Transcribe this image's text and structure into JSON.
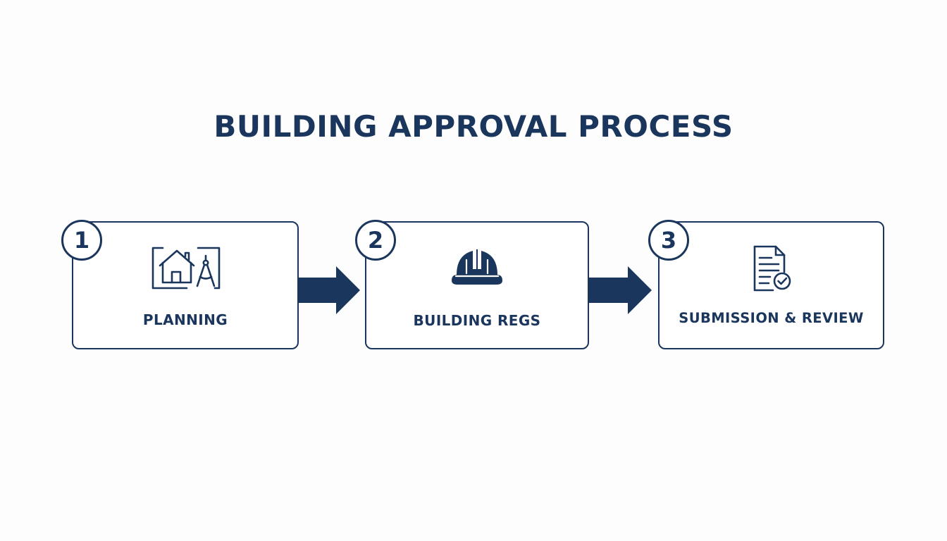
{
  "title": "BUILDING APPROVAL PROCESS",
  "colors": {
    "primary": "#1b365d",
    "background": "#fdfdfd",
    "card": "#ffffff"
  },
  "steps": [
    {
      "number": "1",
      "label": "PLANNING",
      "icon": "house-blueprint-compass-icon"
    },
    {
      "number": "2",
      "label": "BUILDING REGS",
      "icon": "hard-hat-icon"
    },
    {
      "number": "3",
      "label": "SUBMISSION & REVIEW",
      "icon": "document-check-icon"
    }
  ]
}
